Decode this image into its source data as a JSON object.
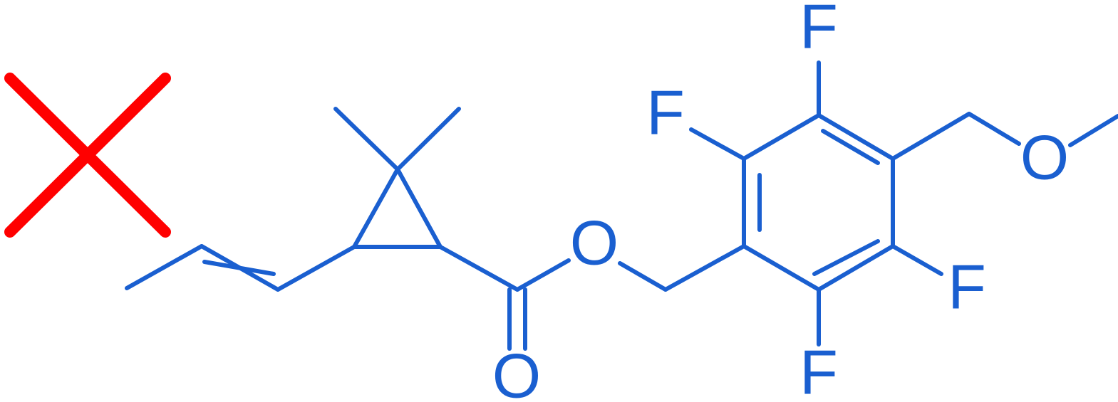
{
  "atoms": {
    "o_ester": "O",
    "o_carbonyl": "O",
    "f_top_left": "F",
    "f_top": "F",
    "f_right": "F",
    "f_bottom": "F",
    "o_ether": "O"
  },
  "colors": {
    "structure": "#1a5fd0",
    "cross": "#ff0000"
  },
  "icons": {
    "cross": "red-x-cross-icon"
  }
}
